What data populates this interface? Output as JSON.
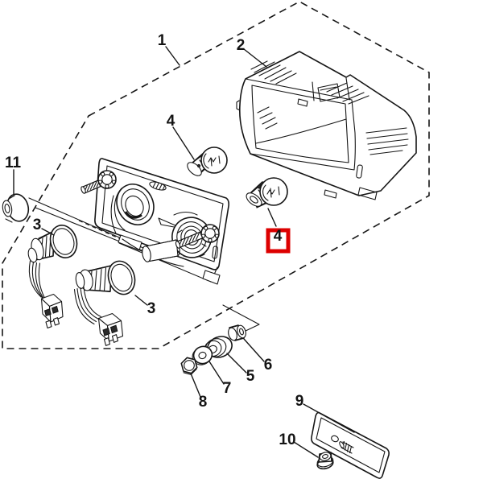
{
  "colors": {
    "background": "#ffffff",
    "line": "#161616",
    "highlight_red": "#dd0000"
  },
  "labels": {
    "assembly": "1",
    "lens": "2",
    "socket_a": "3",
    "socket_b": "3",
    "bulb_a": "4",
    "bulb_b_highlighted": "4",
    "grommet": "5",
    "collar": "6",
    "washer": "7",
    "nut": "8",
    "reflector": "9",
    "reflector_nut": "10",
    "cap": "11"
  }
}
